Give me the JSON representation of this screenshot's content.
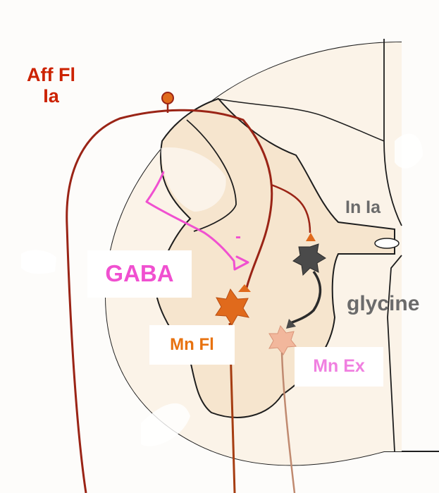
{
  "labels": {
    "aff_line1": "Aff Fl",
    "aff_line2": "Ia",
    "in_ia": "In Ia",
    "glycine": "glycine",
    "gaba": "GABA",
    "minus": "-",
    "mn_fl": "Mn Fl",
    "mn_ex": "Mn Ex"
  },
  "colors": {
    "afferent": "#9a2416",
    "afferent_label": "#cc2200",
    "interneuron": "#4a4a4a",
    "motoneuron_flexor": "#e06a1c",
    "motoneuron_extensor": "#f2b79c",
    "gaba": "#f050d0",
    "gray_label": "#6b6b6b",
    "grey_matter": "#f6e5ce",
    "outline": "#1e1e1e"
  }
}
